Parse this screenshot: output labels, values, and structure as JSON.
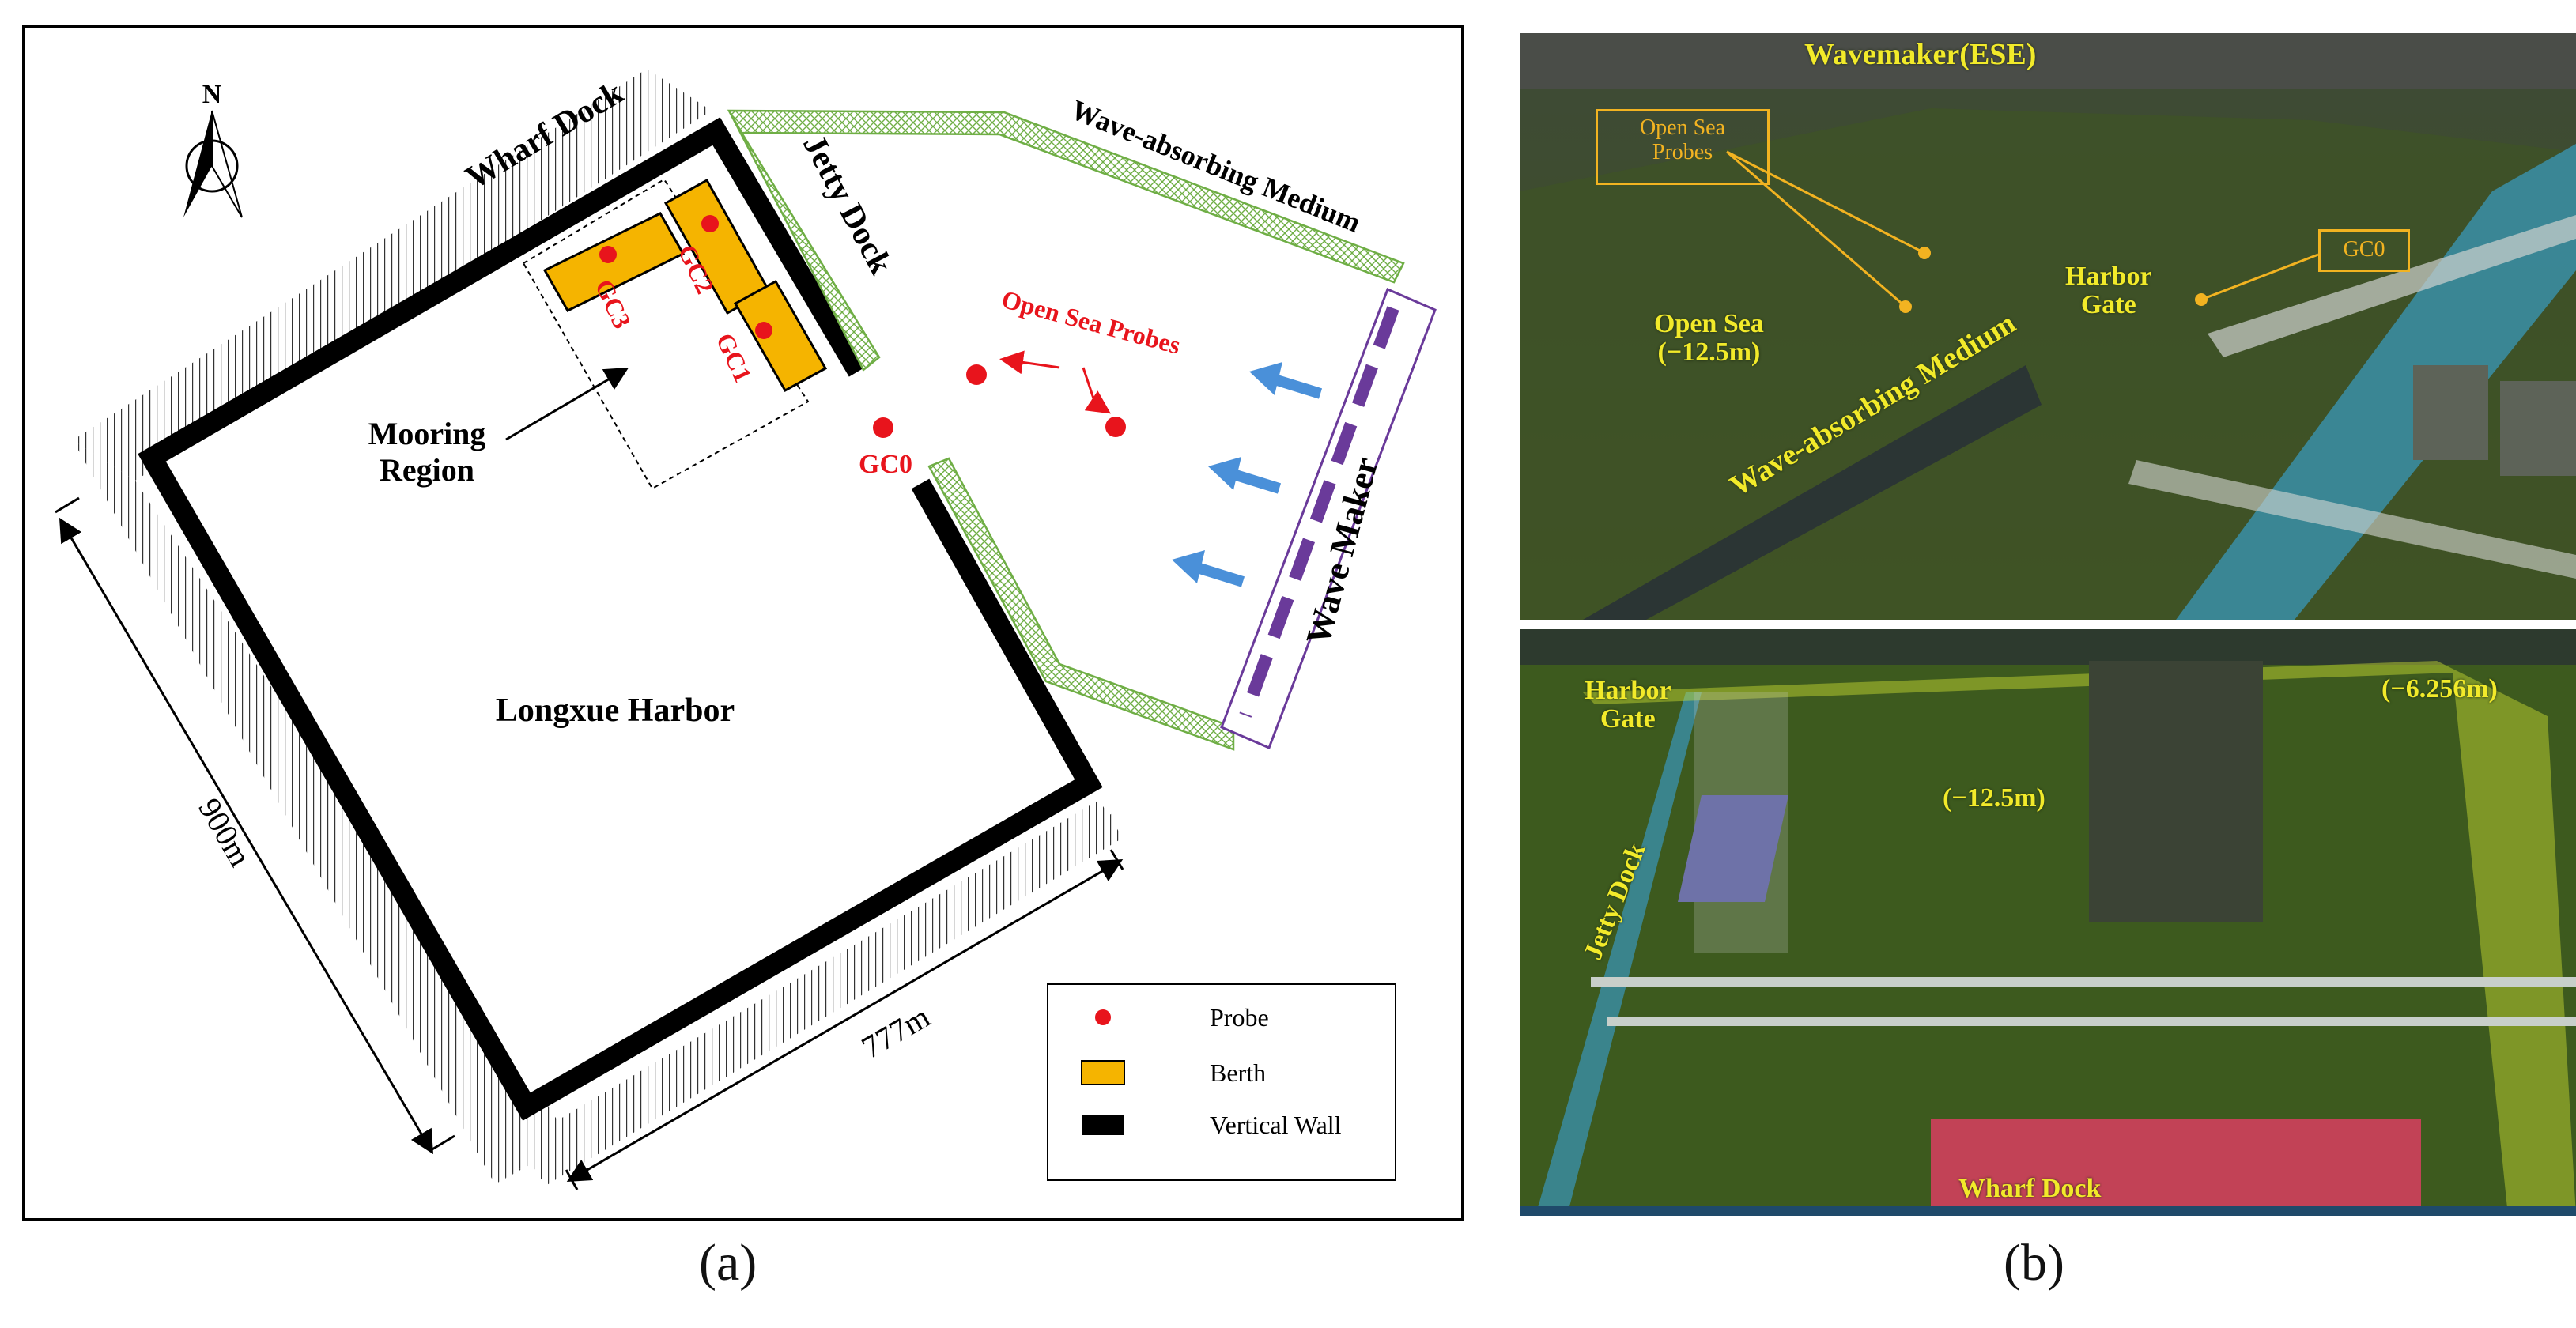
{
  "panel_a": {
    "north": "N",
    "wharf_dock": "Wharf Dock",
    "jetty_dock": "Jetty Dock",
    "wave_absorbing_medium": "Wave-absorbing Medium",
    "open_sea_probes": "Open Sea Probes",
    "wave_maker": "Wave Maker",
    "mooring_region_line1": "Mooring",
    "mooring_region_line2": "Region",
    "harbor_name": "Longxue Harbor",
    "gc0": "GC0",
    "gc1": "GC1",
    "gc2": "GC2",
    "gc3": "GC3",
    "dim_side": "900m",
    "dim_bottom": "777m",
    "legend": {
      "probe": "Probe",
      "berth": "Berth",
      "vertical_wall": "Vertical Wall"
    },
    "colors": {
      "probe": "#e8141c",
      "berth": "#f5b400",
      "wall": "#000000",
      "wave_maker": "#6a3a9a",
      "absorber": "#6fae45",
      "arrow": "#4a90d9"
    }
  },
  "panel_b_top": {
    "wavemaker": "Wavemaker(ESE)",
    "open_sea_probes_line1": "Open Sea",
    "open_sea_probes_line2": "Probes",
    "gc0": "GC0",
    "harbor_gate_line1": "Harbor",
    "harbor_gate_line2": "Gate",
    "open_sea_line1": "Open Sea",
    "open_sea_line2": "(−12.5m)",
    "wave_absorbing_medium": "Wave-absorbing Medium"
  },
  "panel_b_bottom": {
    "harbor_gate_line1": "Harbor",
    "harbor_gate_line2": "Gate",
    "depth_shallow": "(−6.256m)",
    "depth_deep": "(−12.5m)",
    "jetty_dock": "Jetty Dock",
    "wharf_dock": "Wharf Dock"
  },
  "captions": {
    "a": "(a)",
    "b": "(b)"
  }
}
